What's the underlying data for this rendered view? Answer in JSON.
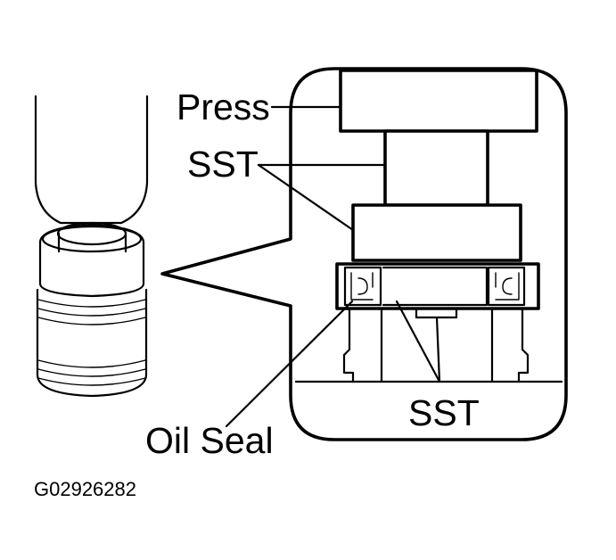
{
  "labels": {
    "press": "Press",
    "sst_top": "SST",
    "sst_bottom": "SST",
    "oil_seal": "Oil Seal",
    "figure_code": "G02926282"
  }
}
